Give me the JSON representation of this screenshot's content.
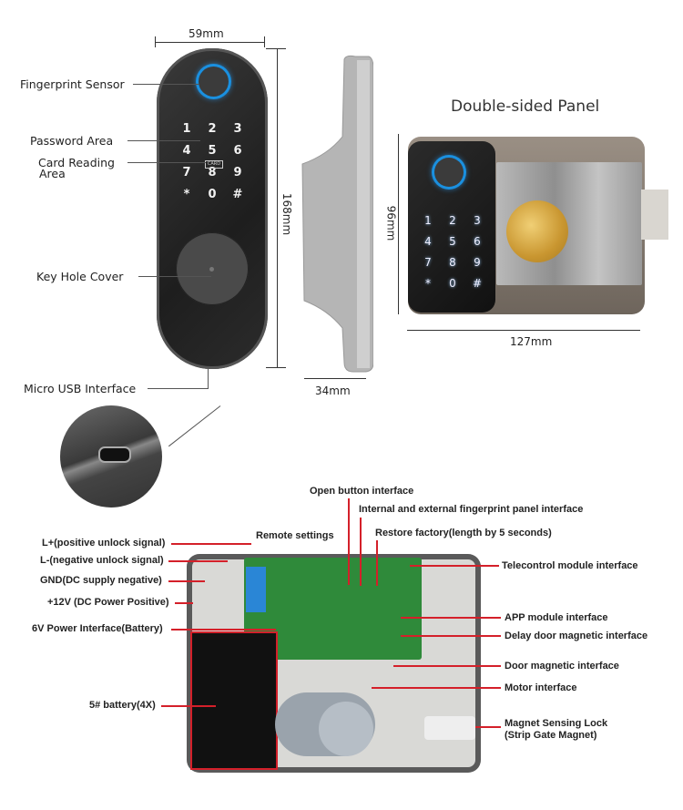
{
  "product_dimensions": {
    "front_width": "59mm",
    "front_height": "168mm",
    "side_depth": "34mm",
    "panel_height": "96mm",
    "panel_width": "127mm"
  },
  "front_labels": {
    "fingerprint_sensor": "Fingerprint Sensor",
    "password_area": "Password Area",
    "card_reading_area_line1": "Card Reading",
    "card_reading_area_line2": "Area",
    "key_hole_cover": "Key Hole Cover",
    "micro_usb_interface": "Micro USB Interface"
  },
  "keypad": [
    "1",
    "2",
    "3",
    "4",
    "5",
    "6",
    "7",
    "8",
    "9",
    "*",
    "0",
    "#"
  ],
  "card_badge": "CARD",
  "double_panel_title": "Double-sided Panel",
  "board_labels_left": {
    "l_plus": "L+(positive unlock signal)",
    "l_minus": "L-(negative unlock signal)",
    "gnd": "GND(DC supply negative)",
    "plus_12v": "+12V (DC Power Positive)",
    "power_6v": "6V Power Interface(Battery)",
    "battery": "5# battery(4X)"
  },
  "board_labels_top": {
    "remote_settings": "Remote settings",
    "open_button": "Open button interface",
    "fingerprint_panel": "Internal and external fingerprint panel interface",
    "restore_factory": "Restore factory(length by 5 seconds)"
  },
  "board_labels_right": {
    "telecontrol": "Telecontrol module interface",
    "app_module": "APP module interface",
    "delay_door_magnetic": "Delay door magnetic interface",
    "door_magnetic": "Door magnetic interface",
    "motor": "Motor interface",
    "magnet_lock_line1": "Magnet Sensing Lock",
    "magnet_lock_line2": "(Strip Gate Magnet)"
  },
  "colors": {
    "callout_red": "#d4202a",
    "fingerprint_ring": "#1a90e0",
    "pcb_green": "#2f8a3a"
  }
}
